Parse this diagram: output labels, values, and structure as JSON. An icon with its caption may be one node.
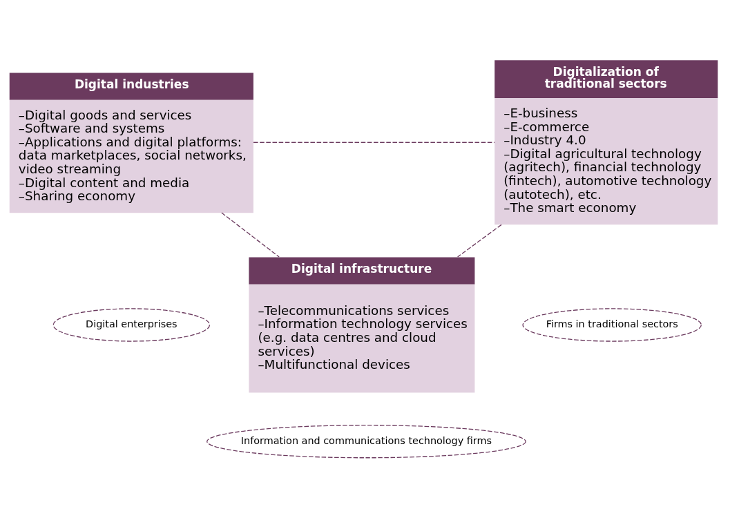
{
  "diagram": {
    "nodes": [
      {
        "text": [
          "Digital industries",
          "–Digital goods and services",
          "–Software and systems",
          "–Applications and digital platforms: data marketplaces, social networks, video streaming",
          "–Digital content and media",
          "–Sharing economy"
        ]
      },
      {
        "text": [
          "Digitalization of traditional sectors",
          "–E-business",
          "–E-commerce",
          "–Industry 4.0",
          "–Digital agricultural technology (agritech), financial technology (fintech), automotive technology (autotech), etc.",
          "–The smart economy"
        ]
      },
      {
        "text": [
          "Digital enterprises"
        ]
      },
      {
        "text": [
          "Firms in traditional sectors"
        ]
      },
      {
        "text": [
          "Digital infrastructure",
          "–Telecommunications services",
          "–Information technology services (e.g. data centres and cloud services)",
          "–Multifunctional devices"
        ]
      },
      {
        "text": [
          "Information and communications technology firms"
        ]
      }
    ],
    "edges": [
      {
        "from": 0,
        "to": 1,
        "arrow": "none",
        "style": "dashed"
      },
      {
        "from": 0,
        "to": 4,
        "arrow": "none",
        "style": "dashed"
      },
      {
        "from": 1,
        "to": 4,
        "arrow": "none",
        "style": "dashed"
      }
    ]
  }
}
